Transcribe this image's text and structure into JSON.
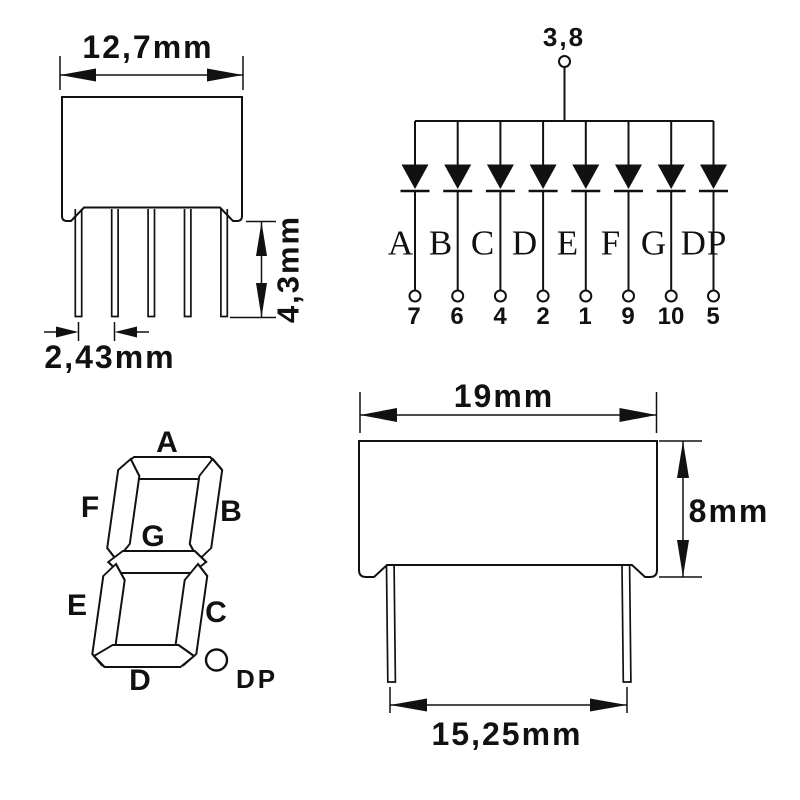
{
  "colors": {
    "ink": "#111111",
    "paper": "#ffffff"
  },
  "side_view": {
    "width_label": "12,7mm",
    "pin_length_label": "4,3mm",
    "pin_pitch_label": "2,43mm"
  },
  "schematic": {
    "common_pin_label": "3,8",
    "segments": [
      {
        "name": "A",
        "pin": "7"
      },
      {
        "name": "B",
        "pin": "6"
      },
      {
        "name": "C",
        "pin": "4"
      },
      {
        "name": "D",
        "pin": "2"
      },
      {
        "name": "E",
        "pin": "1"
      },
      {
        "name": "F",
        "pin": "9"
      },
      {
        "name": "G",
        "pin": "10"
      },
      {
        "name": "DP",
        "pin": "5"
      }
    ]
  },
  "segment_layout": {
    "a": "A",
    "b": "B",
    "c": "C",
    "d": "D",
    "e": "E",
    "f": "F",
    "g": "G",
    "dp": "DP"
  },
  "front_view": {
    "width_label": "19mm",
    "height_label": "8mm",
    "pin_span_label": "15,25mm"
  }
}
